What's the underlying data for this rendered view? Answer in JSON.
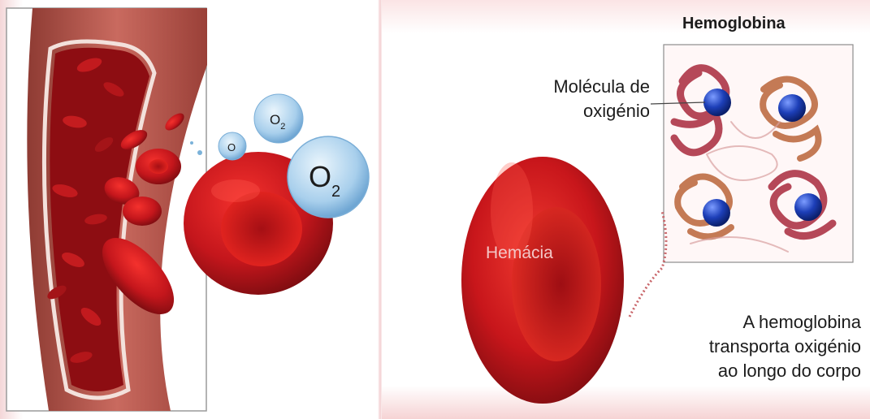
{
  "left": {
    "o2_large": {
      "main": "O",
      "sub": "2"
    },
    "o2_medium": {
      "main": "O",
      "sub": "2"
    },
    "o2_small": {
      "main": "O",
      "sub": ""
    }
  },
  "right": {
    "title": "Hemoglobina",
    "oxygen_label_line1": "Molécula de",
    "oxygen_label_line2": "oxigénio",
    "cell_label": "Hemácia",
    "caption_line1": "A hemoglobina",
    "caption_line2": "transporta oxigénio",
    "caption_line3": "ao longo do corpo"
  },
  "colors": {
    "blood_red": "#c4161c",
    "vessel_wall": "#b35148",
    "oxygen_bubble": "#9cc6e6",
    "heme_blue": "#1d3fb8"
  }
}
